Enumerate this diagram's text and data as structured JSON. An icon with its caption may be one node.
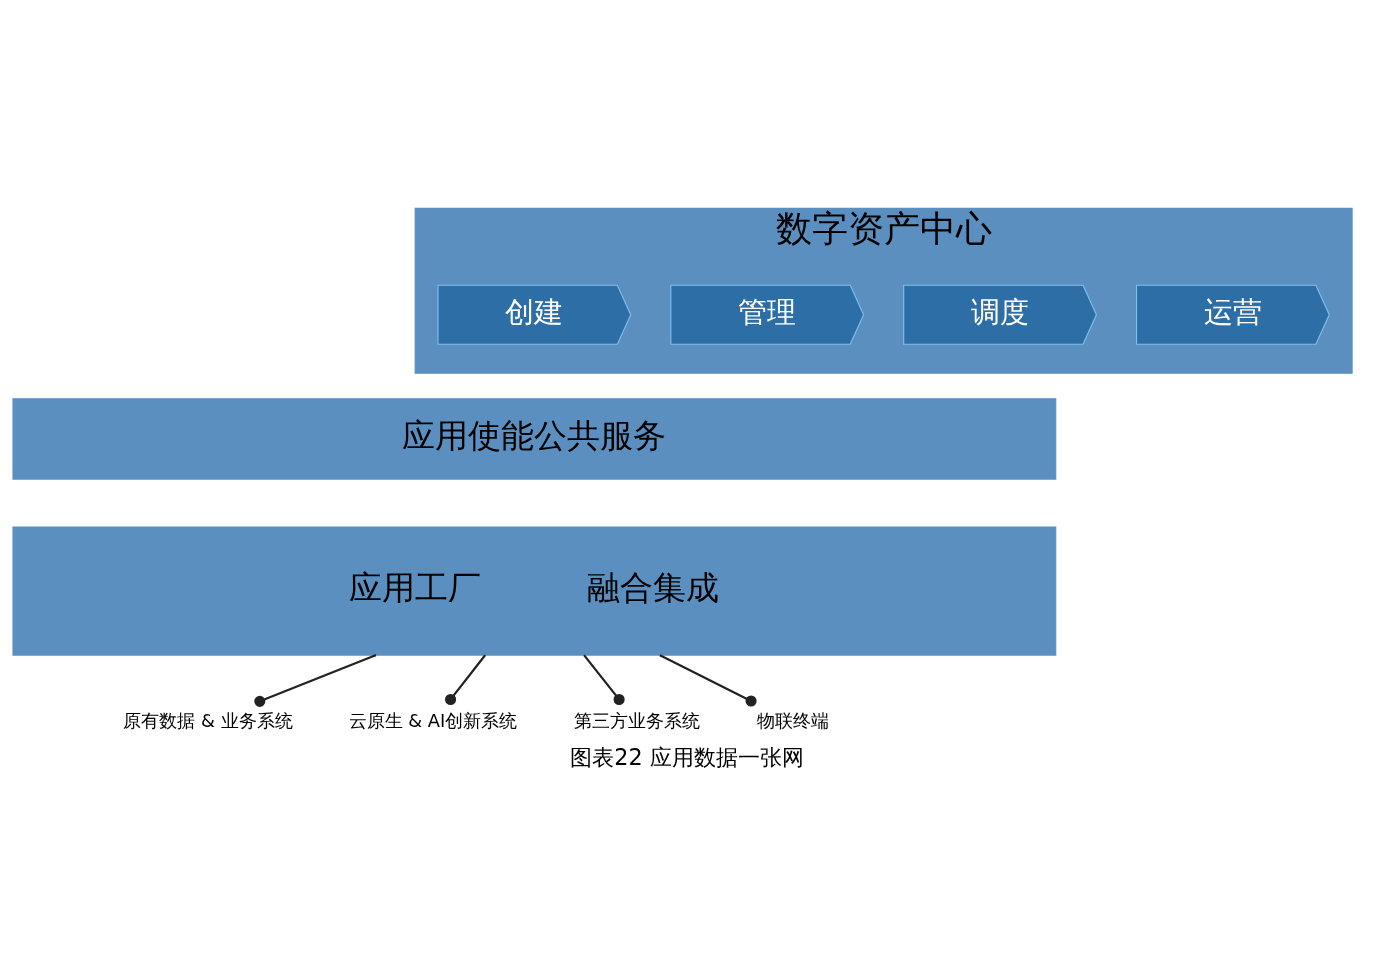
{
  "diagram": {
    "caption": "图表22 应用数据一张网",
    "nodes": [
      {
        "text": [
          "数字资产中心"
        ]
      },
      {
        "text": [
          "创建"
        ],
        "in": 0
      },
      {
        "text": [
          "管理"
        ],
        "in": 0
      },
      {
        "text": [
          "调度"
        ],
        "in": 0
      },
      {
        "text": [
          "运营"
        ],
        "in": 0
      },
      {
        "text": [
          "应用使能公共服务"
        ]
      },
      {
        "text": [
          "应用工厂",
          "融合集成"
        ]
      },
      {
        "text": [
          "原有数据 & 业务系统"
        ]
      },
      {
        "text": [
          "云原生 & AI创新系统"
        ]
      },
      {
        "text": [
          "第三方业务系统"
        ]
      },
      {
        "text": [
          "物联终端"
        ]
      }
    ],
    "edges": [
      {
        "from": 6,
        "to": 7,
        "arrow": "other"
      },
      {
        "from": 6,
        "to": 8,
        "arrow": "other"
      },
      {
        "from": 6,
        "to": 9,
        "arrow": "other"
      },
      {
        "from": 6,
        "to": 10,
        "arrow": "other"
      }
    ]
  }
}
